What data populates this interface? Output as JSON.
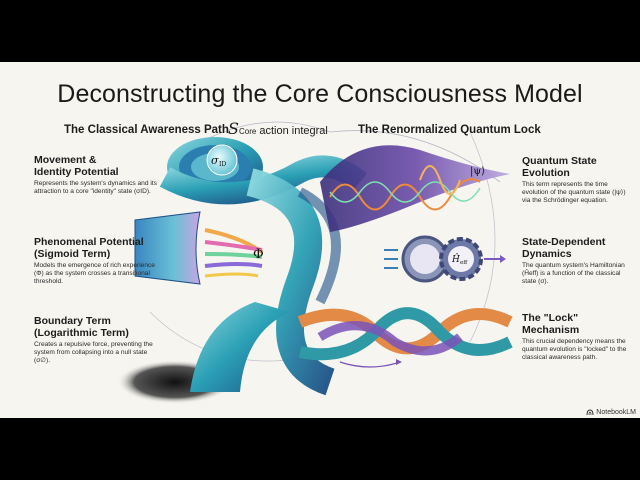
{
  "slide": {
    "title": "Deconstructing the Core Consciousness Model",
    "left_heading": "The Classical Awareness Path",
    "center_heading": {
      "symbol": "S",
      "subscript": "Core",
      "text": "action integral"
    },
    "right_heading": "The Renormalized Quantum Lock",
    "left_blocks": [
      {
        "title_line1": "Movement &",
        "title_line2": "Identity Potential",
        "body": "Represents the system's dynamics and its attraction to a core \"identity\" state (σID)."
      },
      {
        "title_line1": "Phenomenal Potential",
        "title_line2": "(Sigmoid Term)",
        "body": "Models the emergence of rich experience (Φ) as the system crosses a transitional threshold."
      },
      {
        "title_line1": "Boundary Term",
        "title_line2": "(Logarithmic Term)",
        "body": "Creates a repulsive force, preventing the system from collapsing into a null state (σ∅)."
      }
    ],
    "right_blocks": [
      {
        "title_line1": "Quantum State",
        "title_line2": "Evolution",
        "body": "This term represents the time evolution of the quantum state (|ψ⟩) via the Schrödinger equation."
      },
      {
        "title_line1": "State-Dependent",
        "title_line2": "Dynamics",
        "body": "The quantum system's Hamiltonian (Ĥeff) is a function of the classical state (σ)."
      },
      {
        "title_line1": "The \"Lock\"",
        "title_line2": "Mechanism",
        "body": "This crucial dependency means the quantum evolution is \"locked\" to the classical awareness path."
      }
    ],
    "diagram_labels": {
      "sigma_id": "σ",
      "sigma_id_sub": "ID",
      "phi": "Φ",
      "psi": "|ψ⟩",
      "h_eff": "Ĥ",
      "h_eff_sub": "eff"
    },
    "brand": "NotebookLM",
    "colors": {
      "background": "#f6f5ef",
      "teal": "#2aa7b8",
      "deep_blue": "#1f4f8a",
      "purple": "#6b4aa8",
      "orange": "#e8883a",
      "green": "#3fbf8a"
    }
  }
}
